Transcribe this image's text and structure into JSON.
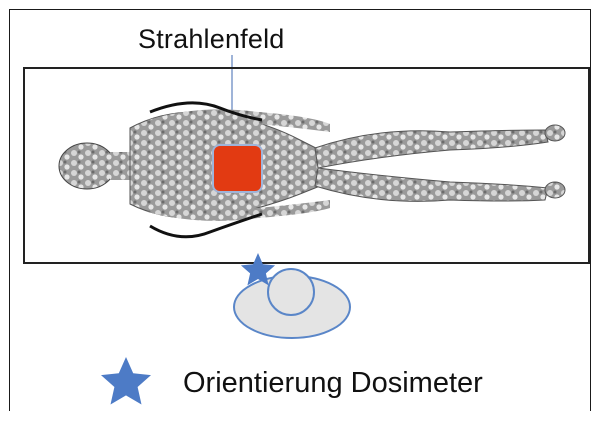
{
  "diagram": {
    "field_label": "Strahlenfeld",
    "legend_label": "Orientierung Dosimeter",
    "colors": {
      "field": "#e23a12",
      "field_border": "#9fb4d8",
      "star": "#4d7bc6",
      "dosimeter_fill": "#e4e4e4",
      "dosimeter_stroke": "#5a86c8",
      "table_border": "#222222",
      "shield": "#111111",
      "body_dark": "#5d5d5d",
      "body_light": "#c9c9c9"
    },
    "icons": [
      "star-icon",
      "human-body-figure",
      "dosimeter-holder"
    ]
  }
}
